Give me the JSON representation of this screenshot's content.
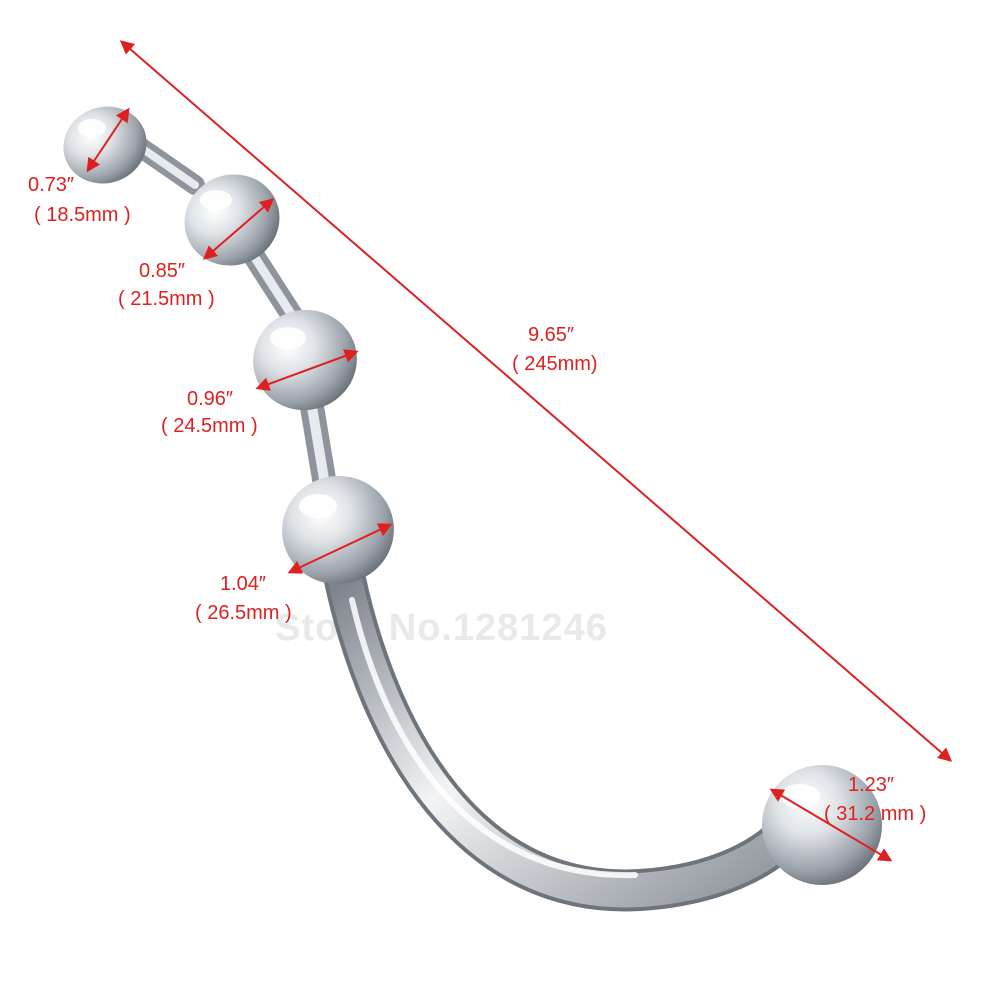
{
  "watermark": "Store No.1281246",
  "colors": {
    "annotation": "#e02020",
    "metal_light": "#f4f6f8",
    "metal_mid": "#b9bfc6",
    "metal_dark": "#6f767e",
    "background": "#ffffff"
  },
  "measurements": {
    "bead1": {
      "inch": "0.73″",
      "mm": "( 18.5mm )"
    },
    "bead2": {
      "inch": "0.85″",
      "mm": "( 21.5mm )"
    },
    "bead3": {
      "inch": "0.96″",
      "mm": "( 24.5mm )"
    },
    "bead4": {
      "inch": "1.04″",
      "mm": "( 26.5mm )"
    },
    "length": {
      "inch": "9.65″",
      "mm": "( 245mm)"
    },
    "end_ball": {
      "inch": "1.23″",
      "mm": "( 31.2 mm )"
    }
  }
}
